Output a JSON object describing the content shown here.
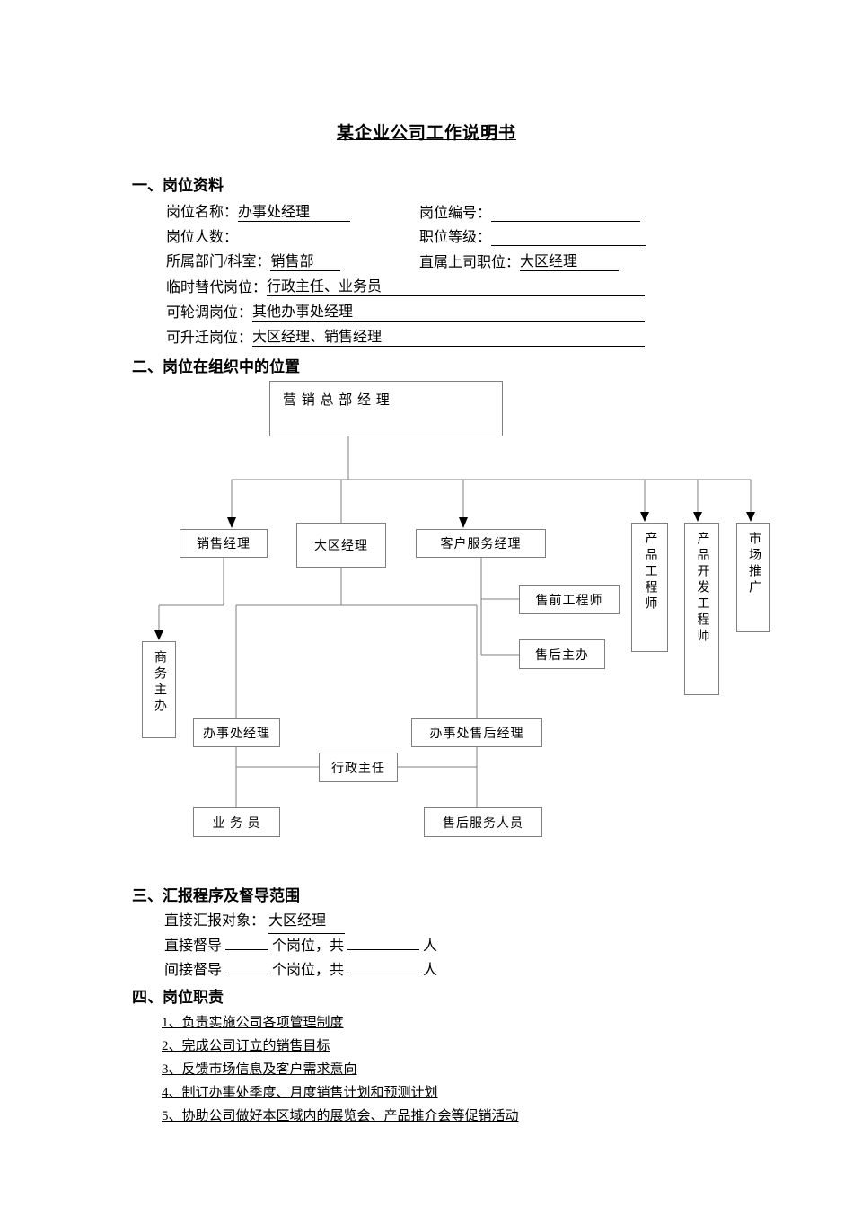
{
  "title": "某企业公司工作说明书",
  "section1": {
    "heading": "一、岗位资料",
    "row1_left_label": "岗位名称：",
    "row1_left_value": "办事处经理",
    "row1_right_label": "岗位编号：",
    "row2_left_label": "岗位人数：",
    "row2_right_label": "职位等级：",
    "row3_left_label": "所属部门/科室：",
    "row3_left_value": "销售部",
    "row3_right_label": "直属上司职位：",
    "row3_right_value": "大区经理",
    "row4_label": "临时替代岗位：",
    "row4_value": "行政主任、业务员",
    "row5_label": "可轮调岗位：",
    "row5_value": "其他办事处经理",
    "row6_label": "可升迁岗位：",
    "row6_value": "大区经理、销售经理"
  },
  "section2": {
    "heading": "二、岗位在组织中的位置",
    "nodes": {
      "hq": "营 销 总 部 经 理",
      "sales_mgr": "销售经理",
      "region_mgr": "大区经理",
      "cs_mgr": "客户服务经理",
      "product_engineer": "产品工程师",
      "product_dev_engineer": "产品开发工程师",
      "marketing": "市场推广",
      "presales_engineer": "售前工程师",
      "aftersales_supervisor": "售后主办",
      "business_supervisor": "商务主办",
      "office_mgr": "办事处经理",
      "office_aftersales_mgr": "办事处售后经理",
      "admin_director": "行政主任",
      "salesperson": "业 务 员",
      "aftersales_staff": "售后服务人员"
    }
  },
  "section3": {
    "heading": "三、汇报程序及督导范围",
    "line1_label": "直接汇报对象：",
    "line1_value": "大区经理",
    "line2_prefix": "直接督导",
    "line2_mid": "个岗位，共",
    "line2_suffix": "人",
    "line3_prefix": "间接督导",
    "line3_mid": "个岗位，共",
    "line3_suffix": "人"
  },
  "section4": {
    "heading": "四、岗位职责",
    "items": [
      "1、负责实施公司各项管理制度",
      "2、完成公司订立的销售目标",
      "3、反馈市场信息及客户需求意向",
      "4、制订办事处季度、月度销售计划和预测计划",
      "5、协助公司做好本区域内的展览会、产品推介会等促销活动"
    ]
  }
}
